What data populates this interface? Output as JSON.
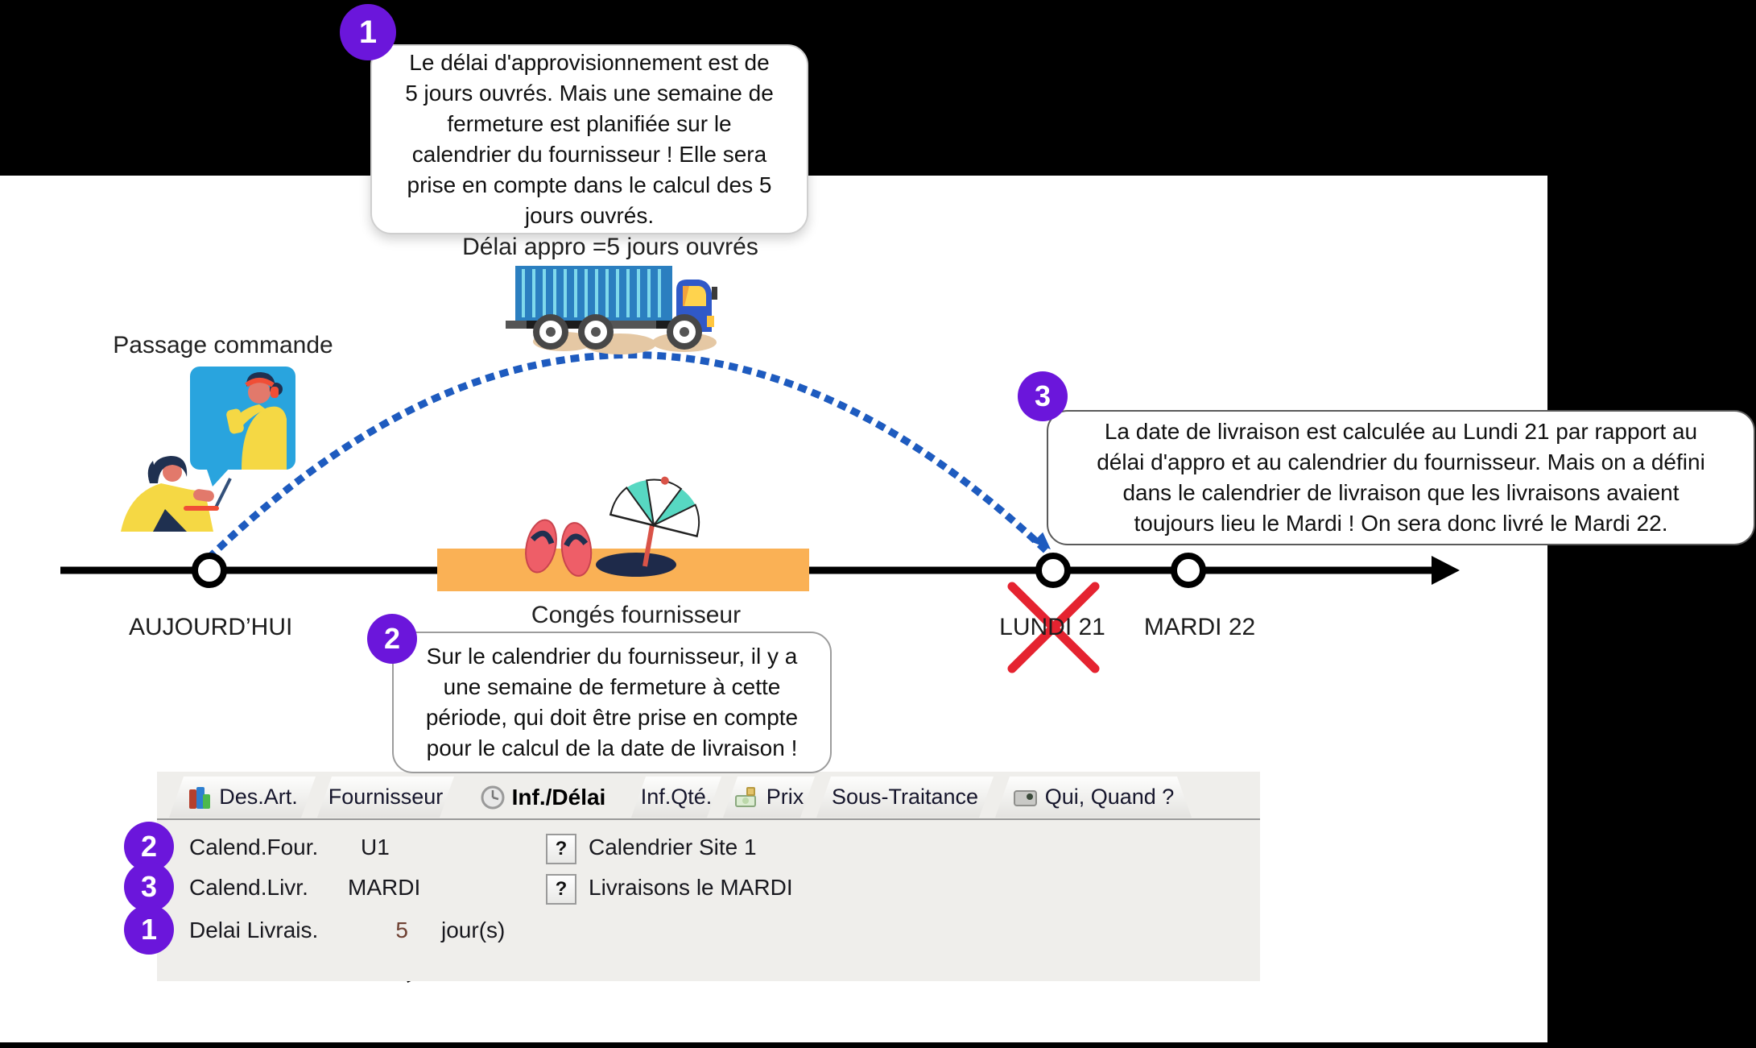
{
  "callouts": {
    "c1": {
      "num": "1",
      "text": "Le délai d'approvisionnement est de\n5 jours ouvrés. Mais une semaine de\nfermeture est planifiée sur le\ncalendrier du fournisseur ! Elle sera\nprise en compte dans le calcul des 5\njours ouvrés."
    },
    "c2": {
      "num": "2",
      "text": "Sur le calendrier du fournisseur, il y a\nune semaine de fermeture à cette\npériode, qui doit être prise en compte\npour le calcul de la date de livraison !"
    },
    "c3": {
      "num": "3",
      "text": "La date de livraison est calculée au Lundi 21 par rapport au\ndélai d'appro et au calendrier du fournisseur. Mais on a défini\ndans le calendrier de livraison que les livraisons avaient\ntoujours lieu le Mardi ! On sera donc livré le Mardi 22."
    }
  },
  "scene": {
    "order_label": "Passage commande",
    "lead_time_label": "Délai appro =5 jours ouvrés",
    "vacation_label": "Congés fournisseur",
    "today_label": "AUJOURD’HUI",
    "monday_label": "LUNDI 21",
    "tuesday_label": "MARDI 22"
  },
  "panel": {
    "tabs": [
      {
        "label": "Des.Art.",
        "icon": "books-icon",
        "active": false
      },
      {
        "label": "Fournisseur",
        "active": false
      },
      {
        "label": "Inf./Délai",
        "icon": "clock-icon",
        "active": true
      },
      {
        "label": "Inf.Qté.",
        "active": false
      },
      {
        "label": "Prix",
        "icon": "banknote-icon",
        "active": false
      },
      {
        "label": "Sous-Traitance",
        "active": false
      },
      {
        "label": "Qui, Quand ?",
        "icon": "ledger-icon",
        "active": false
      }
    ],
    "rows": [
      {
        "num": "2",
        "label": "Calend.Four.",
        "value": "U1",
        "help": "?",
        "desc": "Calendrier Site 1"
      },
      {
        "num": "3",
        "label": "Calend.Livr.",
        "value": "MARDI",
        "help": "?",
        "desc": "Livraisons le MARDI"
      },
      {
        "num": "1",
        "label": "Delai Livrais.",
        "value": "5",
        "unit": "jour(s)"
      }
    ]
  },
  "colors": {
    "accent_purple": "#6B16DB",
    "arc_blue": "#1E5BBF",
    "vacation_orange": "#FAB155",
    "cross_red": "#E52330"
  }
}
